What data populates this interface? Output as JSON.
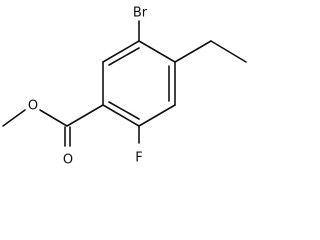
{
  "molecule": {
    "atoms": {
      "bromine": "Br",
      "fluorine": "F",
      "carbonyl_oxygen": "O",
      "ester_oxygen": "O"
    }
  }
}
